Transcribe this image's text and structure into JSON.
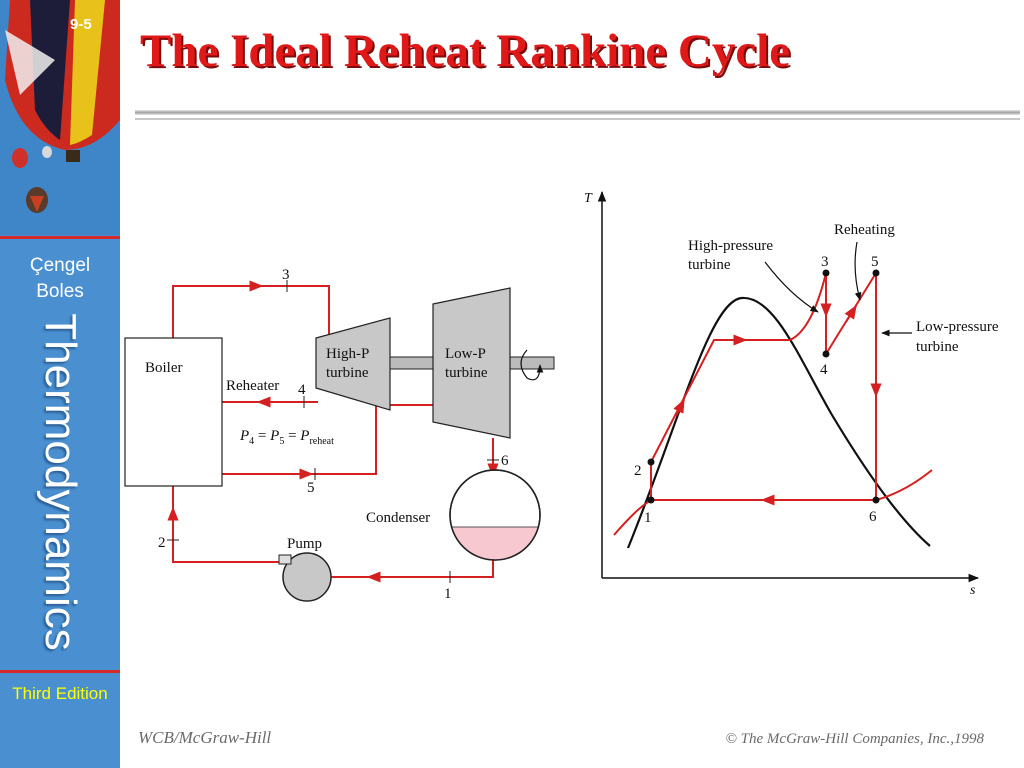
{
  "sidebar": {
    "slide_number": "9-5",
    "author_1": "Çengel",
    "author_2": "Boles",
    "book_title": "Thermodynamics",
    "edition": "Third Edition"
  },
  "header": {
    "title": "The Ideal Reheat Rankine Cycle"
  },
  "schematic": {
    "boiler": "Boiler",
    "reheater": "Reheater",
    "hp_turbine_1": "High-P",
    "hp_turbine_2": "turbine",
    "lp_turbine_1": "Low-P",
    "lp_turbine_2": "turbine",
    "condenser": "Condenser",
    "pump": "Pump",
    "state_1": "1",
    "state_2": "2",
    "state_3": "3",
    "state_4": "4",
    "state_5": "5",
    "state_6": "6",
    "pressure_eq": {
      "p4": "P",
      "sub4": "4",
      "eq1": " = ",
      "p5": "P",
      "sub5": "5",
      "eq2": " = ",
      "pr": "P",
      "subr": "reheat"
    }
  },
  "ts_diagram": {
    "y_axis": "T",
    "x_axis": "s",
    "label_hp_1": "High-pressure",
    "label_hp_2": "turbine",
    "label_reheating": "Reheating",
    "label_lp_1": "Low-pressure",
    "label_lp_2": "turbine",
    "state_1": "1",
    "state_2": "2",
    "state_3": "3",
    "state_4": "4",
    "state_5": "5",
    "state_6": "6"
  },
  "colors": {
    "process_line": "#d42020",
    "sidebar": "#4a90d0",
    "title": "#e01818",
    "edition": "#ffff00"
  },
  "footer": {
    "publisher": "WCB/McGraw-Hill",
    "copyright": "© The McGraw-Hill Companies, Inc.,1998"
  }
}
